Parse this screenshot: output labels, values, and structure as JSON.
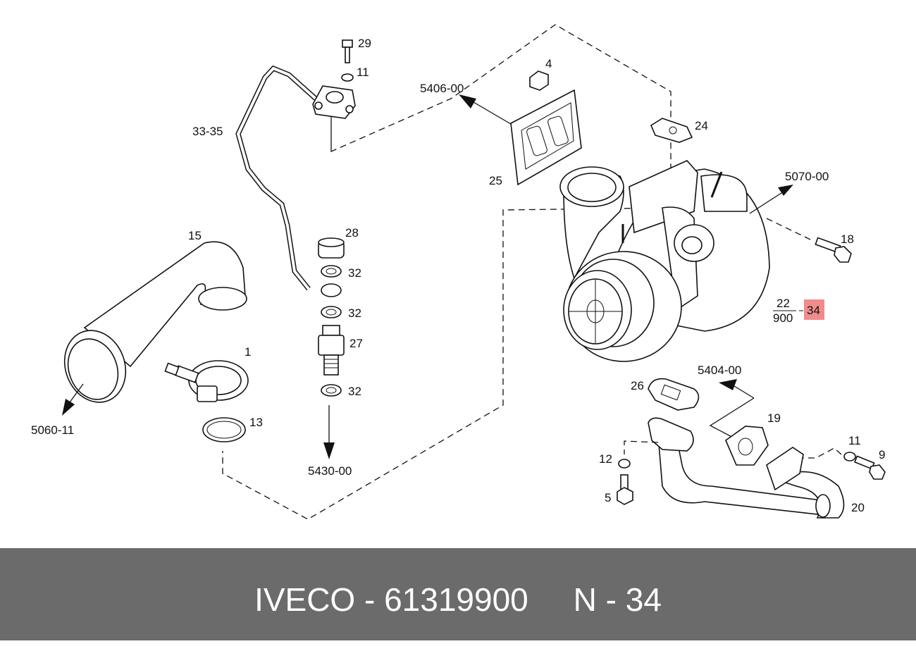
{
  "labels": {
    "n29": "29",
    "n11a": "11",
    "n4": "4",
    "r5406": "5406-00",
    "n24": "24",
    "n33": "33-35",
    "r5070": "5070-00",
    "n25": "25",
    "n28": "28",
    "n15": "15",
    "n32a": "32",
    "n18": "18",
    "n32b": "32",
    "n27": "27",
    "frac_num": "22",
    "frac_den": "900",
    "n34": "34",
    "n1": "1",
    "r5404": "5404-00",
    "n26": "26",
    "n32c": "32",
    "r5060": "5060-11",
    "n13": "13",
    "n19": "19",
    "n11b": "11",
    "n9": "9",
    "n12": "12",
    "r5430": "5430-00",
    "n5": "5",
    "n20": "20"
  },
  "highlight_color": "#f08c8c",
  "footer": {
    "text": "IVECO - 61319900     N - 34"
  }
}
